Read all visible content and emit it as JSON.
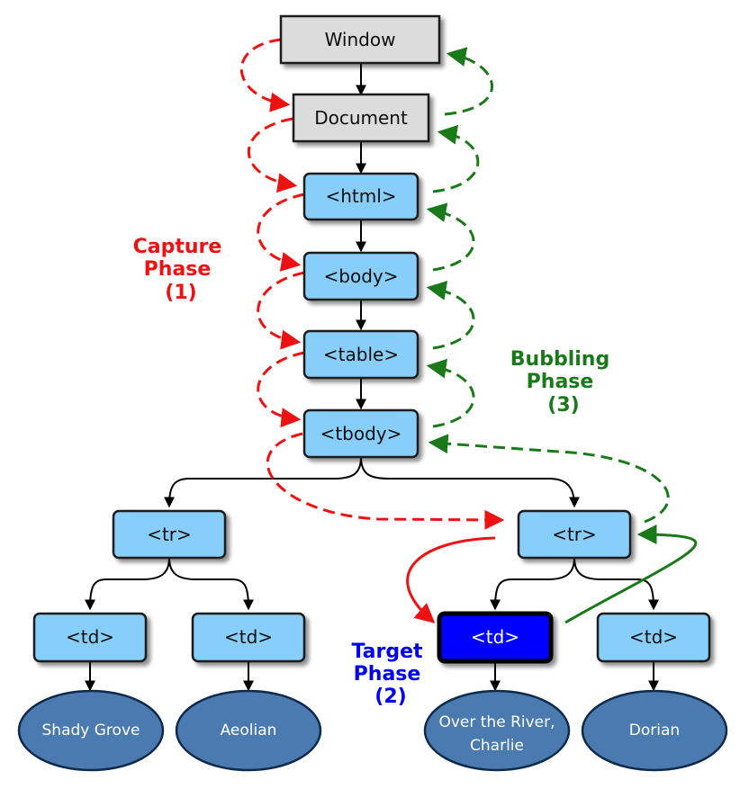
{
  "colors": {
    "capture": "#ee1111",
    "bubbling": "#1a7a1a",
    "target": "#0000ee",
    "element_fill": "#87cefa",
    "element_stroke": "#1a1a1a",
    "root_fill": "#dcdcdc",
    "target_fill": "#0000ff",
    "leaf_fill": "#4a7ab0",
    "leaf_stroke": "#0d2a4a",
    "tree_line": "#000000"
  },
  "nodes": {
    "window": "Window",
    "document": "Document",
    "html": "<html>",
    "body": "<body>",
    "table": "<table>",
    "tbody": "<tbody>",
    "tr_left": "<tr>",
    "tr_right": "<tr>",
    "td_1": "<td>",
    "td_2": "<td>",
    "td_target": "<td>",
    "td_4": "<td>"
  },
  "leaves": {
    "leaf_1": "Shady Grove",
    "leaf_2": "Aeolian",
    "leaf_3_line1": "Over the River,",
    "leaf_3_line2": "Charlie",
    "leaf_4": "Dorian"
  },
  "phases": {
    "capture": {
      "line1": "Capture",
      "line2": "Phase",
      "line3": "(1)"
    },
    "target": {
      "line1": "Target",
      "line2": "Phase",
      "line3": "(2)"
    },
    "bubbling": {
      "line1": "Bubbling",
      "line2": "Phase",
      "line3": "(3)"
    }
  }
}
